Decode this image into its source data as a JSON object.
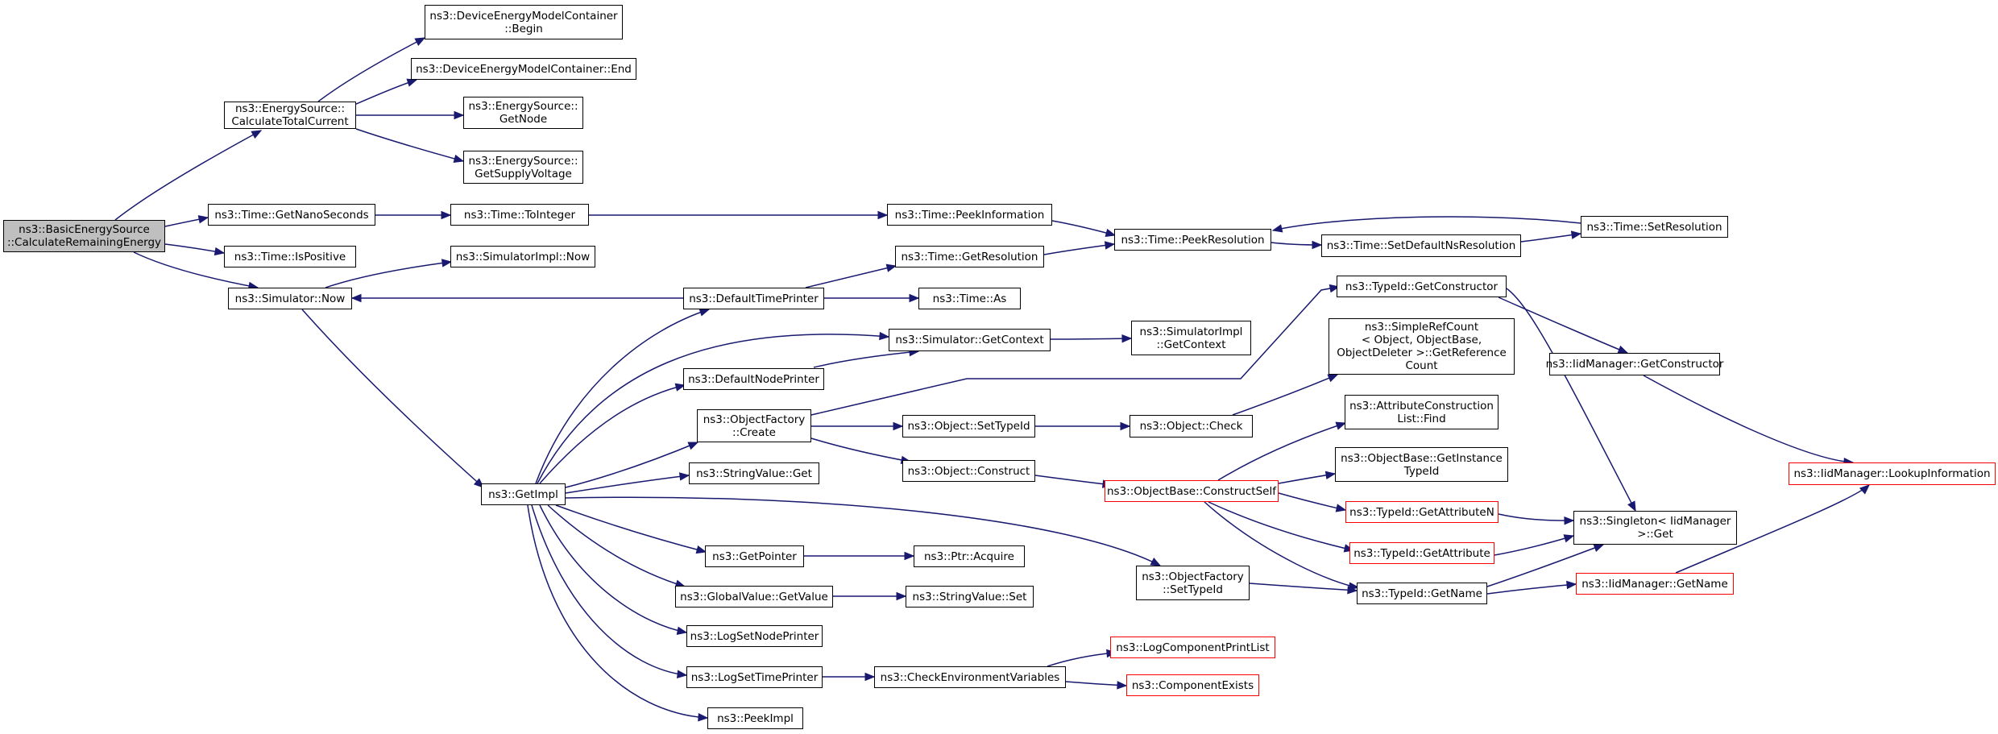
{
  "colors": {
    "edge": "#191970",
    "node_border": "#000000",
    "truncated_border": "#ff0000",
    "root_fill": "#bfbfbf"
  },
  "nodes": {
    "root": [
      "ns3::BasicEnergySource",
      "::CalculateRemainingEnergy"
    ],
    "calc_total_current": [
      "ns3::EnergySource::",
      "CalculateTotalCurrent"
    ],
    "demc_begin": [
      "ns3::DeviceEnergyModelContainer",
      "::Begin"
    ],
    "demc_end": [
      "ns3::DeviceEnergyModelContainer::End"
    ],
    "es_getnode": [
      "ns3::EnergySource::",
      "GetNode"
    ],
    "es_getsupply": [
      "ns3::EnergySource::",
      "GetSupplyVoltage"
    ],
    "time_getnano": [
      "ns3::Time::GetNanoSeconds"
    ],
    "time_tointeger": [
      "ns3::Time::ToInteger"
    ],
    "time_peekinfo": [
      "ns3::Time::PeekInformation"
    ],
    "time_peekres": [
      "ns3::Time::PeekResolution"
    ],
    "time_setdefaultns": [
      "ns3::Time::SetDefaultNsResolution"
    ],
    "time_setres": [
      "ns3::Time::SetResolution"
    ],
    "time_ispositive": [
      "ns3::Time::IsPositive"
    ],
    "simimpl_now": [
      "ns3::SimulatorImpl::Now"
    ],
    "simulator_now": [
      "ns3::Simulator::Now"
    ],
    "time_getres": [
      "ns3::Time::GetResolution"
    ],
    "defaulttimeprinter": [
      "ns3::DefaultTimePrinter"
    ],
    "time_as": [
      "ns3::Time::As"
    ],
    "typeid_getctor": [
      "ns3::TypeId::GetConstructor"
    ],
    "sim_getcontext": [
      "ns3::Simulator::GetContext"
    ],
    "simimpl_getcontext": [
      "ns3::SimulatorImpl",
      "::GetContext"
    ],
    "simplerefcount": [
      "ns3::SimpleRefCount",
      "< Object, ObjectBase,",
      "ObjectDeleter >::GetReference",
      "Count"
    ],
    "iidmgr_getctor": [
      "ns3::IidManager::GetConstructor"
    ],
    "defaultnodeprinter": [
      "ns3::DefaultNodePrinter"
    ],
    "objfactory_create": [
      "ns3::ObjectFactory",
      "::Create"
    ],
    "object_settypeid": [
      "ns3::Object::SetTypeId"
    ],
    "object_check": [
      "ns3::Object::Check"
    ],
    "attrconstr_find": [
      "ns3::AttributeConstruction",
      "List::Find"
    ],
    "objbase_getinst": [
      "ns3::ObjectBase::GetInstance",
      "TypeId"
    ],
    "object_construct": [
      "ns3::Object::Construct"
    ],
    "objbase_constructself": [
      "ns3::ObjectBase::ConstructSelf"
    ],
    "iidmgr_lookup": [
      "ns3::IidManager::LookupInformation"
    ],
    "getimpl": [
      "ns3::GetImpl"
    ],
    "stringvalue_get": [
      "ns3::StringValue::Get"
    ],
    "typeid_getattrn": [
      "ns3::TypeId::GetAttributeN"
    ],
    "singleton_get": [
      "ns3::Singleton< IidManager",
      ">::Get"
    ],
    "typeid_getattr": [
      "ns3::TypeId::GetAttribute"
    ],
    "getpointer": [
      "ns3::GetPointer"
    ],
    "ptr_acquire": [
      "ns3::Ptr::Acquire"
    ],
    "objfactory_settypeid": [
      "ns3::ObjectFactory",
      "::SetTypeId"
    ],
    "typeid_getname": [
      "ns3::TypeId::GetName"
    ],
    "iidmgr_getname": [
      "ns3::IidManager::GetName"
    ],
    "globalvalue_getvalue": [
      "ns3::GlobalValue::GetValue"
    ],
    "stringvalue_set": [
      "ns3::StringValue::Set"
    ],
    "logsetnodeprinter": [
      "ns3::LogSetNodePrinter"
    ],
    "logcomponentprintlist": [
      "ns3::LogComponentPrintList"
    ],
    "logsettimeprinter": [
      "ns3::LogSetTimePrinter"
    ],
    "checkenvvars": [
      "ns3::CheckEnvironmentVariables"
    ],
    "componentexists": [
      "ns3::ComponentExists"
    ],
    "peekimpl": [
      "ns3::PeekImpl"
    ]
  }
}
